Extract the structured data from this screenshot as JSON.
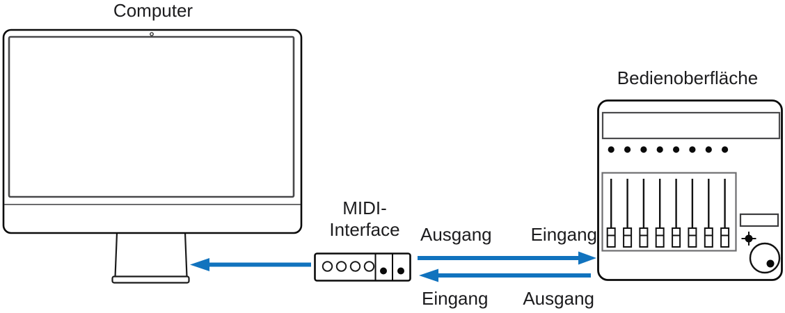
{
  "labels": {
    "computer": "Computer",
    "midi_interface_line1": "MIDI-",
    "midi_interface_line2": "Interface",
    "control_surface": "Bedienoberfläche",
    "top_connection": {
      "left": "Ausgang",
      "right": "Eingang"
    },
    "bottom_connection": {
      "left": "Eingang",
      "right": "Ausgang"
    }
  },
  "illustrations": {
    "computer": "imac-front-outline",
    "midi_interface": "midi-interface-box-outline",
    "midi_interface_round_ports": 4,
    "midi_interface_dot_ports": 2,
    "control_surface": "mixer-control-surface-outline",
    "control_surface_faders": 8,
    "control_surface_buttons": 8
  },
  "arrows": {
    "computer_input": "left-pointing",
    "midi_to_surface": "right-pointing",
    "surface_to_midi": "left-pointing"
  },
  "colors": {
    "arrow_blue": "#1173be",
    "text_color": "#1c1c1e",
    "line_color": "#0a0a0a"
  }
}
